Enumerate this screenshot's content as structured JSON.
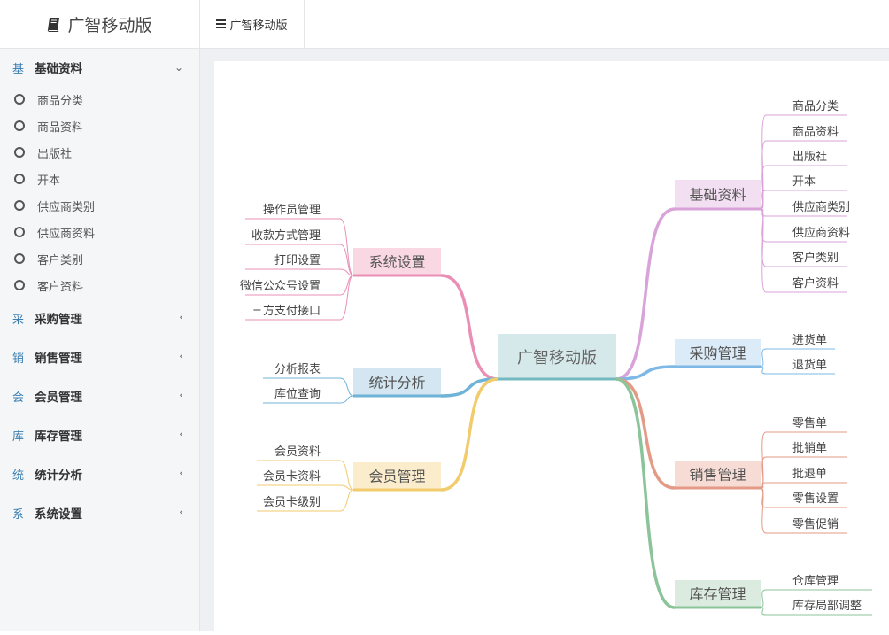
{
  "app": {
    "title": "广智移动版",
    "toggle_label": "广智移动版"
  },
  "sidebar": {
    "groups": [
      {
        "icon": "基",
        "label": "基础资料",
        "expanded": true,
        "items": [
          "商品分类",
          "商品资料",
          "出版社",
          "开本",
          "供应商类别",
          "供应商资料",
          "客户类别",
          "客户资料"
        ]
      },
      {
        "icon": "采",
        "label": "采购管理",
        "expanded": false
      },
      {
        "icon": "销",
        "label": "销售管理",
        "expanded": false
      },
      {
        "icon": "会",
        "label": "会员管理",
        "expanded": false
      },
      {
        "icon": "库",
        "label": "库存管理",
        "expanded": false
      },
      {
        "icon": "统",
        "label": "统计分析",
        "expanded": false
      },
      {
        "icon": "系",
        "label": "系统设置",
        "expanded": false
      }
    ]
  },
  "mindmap": {
    "root": "广智移动版",
    "branches": {
      "jichu": {
        "label": "基础资料",
        "color": "#d9a3d9",
        "fill": "#f2dff2",
        "children": [
          "商品分类",
          "商品资料",
          "出版社",
          "开本",
          "供应商类别",
          "供应商资料",
          "客户类别",
          "客户资料"
        ]
      },
      "caigou": {
        "label": "采购管理",
        "color": "#7db8e6",
        "fill": "#dcebf8",
        "children": [
          "进货单",
          "退货单"
        ]
      },
      "xiaoshou": {
        "label": "销售管理",
        "color": "#e39a86",
        "fill": "#f6dcd5",
        "children": [
          "零售单",
          "批销单",
          "批退单",
          "零售设置",
          "零售促销"
        ]
      },
      "kucun": {
        "label": "库存管理",
        "color": "#8cc49a",
        "fill": "#dcebdf",
        "children": [
          "仓库管理",
          "库存局部调整"
        ]
      },
      "xitong": {
        "label": "系统设置",
        "color": "#e98fb5",
        "fill": "#f9d8e4",
        "children": [
          "操作员管理",
          "收款方式管理",
          "打印设置",
          "微信公众号设置",
          "三方支付接口"
        ]
      },
      "tongji": {
        "label": "统计分析",
        "color": "#6fb3d6",
        "fill": "#d3e6f1",
        "children": [
          "分析报表",
          "库位查询"
        ]
      },
      "huiyuan": {
        "label": "会员管理",
        "color": "#f2cb6c",
        "fill": "#fbeccb",
        "children": [
          "会员资料",
          "会员卡资料",
          "会员卡级别"
        ]
      }
    }
  }
}
